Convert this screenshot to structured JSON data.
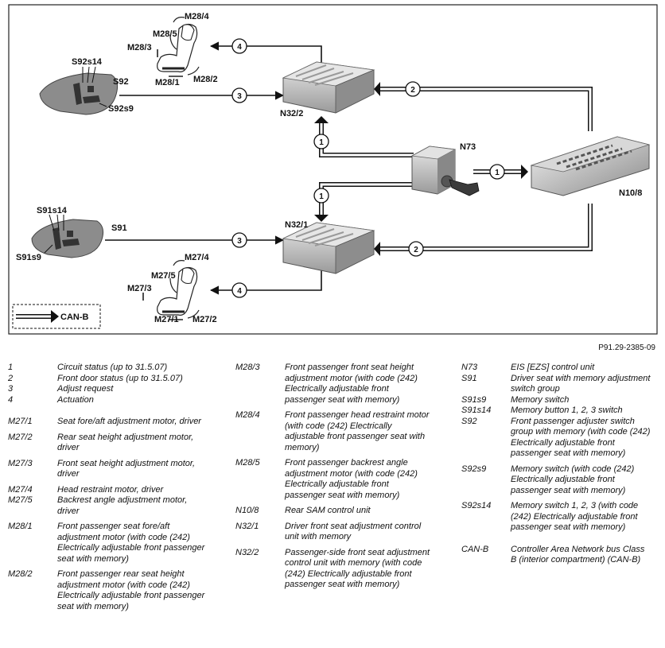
{
  "labels": {
    "n32_2": "N32/2",
    "n32_1": "N32/1",
    "n73": "N73",
    "n10_8": "N10/8",
    "s92": "S92",
    "s92s14": "S92s14",
    "s92s9": "S92s9",
    "s91": "S91",
    "s91s14": "S91s14",
    "s91s9": "S91s9",
    "m28_4": "M28/4",
    "m28_5": "M28/5",
    "m28_3": "M28/3",
    "m28_1": "M28/1",
    "m28_2": "M28/2",
    "m27_4": "M27/4",
    "m27_5": "M27/5",
    "m27_3": "M27/3",
    "m27_1": "M27/1",
    "m27_2": "M27/2",
    "can_b": "CAN-B"
  },
  "arrow_numbers": {
    "one": "1",
    "two": "2",
    "three": "3",
    "four": "4"
  },
  "figure_ref": "P91.29-2385-09",
  "legend": {
    "col1": [
      {
        "code": "1",
        "desc": "Circuit status (up to 31.5.07)"
      },
      {
        "code": "2",
        "desc": "Front door status (up to 31.5.07)"
      },
      {
        "code": "3",
        "desc": "Adjust request"
      },
      {
        "code": "4",
        "desc": "Actuation"
      },
      {
        "code": "M27/1",
        "desc": "Seat fore/aft adjustment motor, driver"
      },
      {
        "code": "M27/2",
        "desc": "Rear seat height adjustment motor, driver"
      },
      {
        "code": "M27/3",
        "desc": "Front seat height adjustment motor, driver"
      },
      {
        "code": "M27/4",
        "desc": "Head restraint motor, driver"
      },
      {
        "code": "M27/5",
        "desc": "Backrest angle adjustment motor, driver"
      },
      {
        "code": "M28/1",
        "desc": "Front passenger seat fore/aft adjustment motor (with code (242) Electrically adjustable front passenger seat with memory)"
      },
      {
        "code": "M28/2",
        "desc": "Front passenger rear seat height adjustment motor (with code (242) Electrically adjustable front passenger seat with memory)"
      }
    ],
    "col2": [
      {
        "code": "M28/3",
        "desc": "Front passenger front seat height adjustment motor (with code (242) Electrically adjustable front passenger seat with memory)"
      },
      {
        "code": "M28/4",
        "desc": "Front passenger head restraint motor (with code (242) Electrically adjustable front passenger seat with memory)"
      },
      {
        "code": "M28/5",
        "desc": "Front passenger backrest angle adjustment motor (with code (242) Electrically adjustable front passenger seat with memory)"
      },
      {
        "code": "N10/8",
        "desc": "Rear SAM control unit"
      },
      {
        "code": "N32/1",
        "desc": "Driver front seat adjustment control unit with memory"
      },
      {
        "code": "N32/2",
        "desc": "Passenger-side front seat adjustment control unit with memory (with code (242) Electrically adjustable front passenger seat with memory)"
      }
    ],
    "col3": [
      {
        "code": "N73",
        "desc": "EIS [EZS] control unit"
      },
      {
        "code": "S91",
        "desc": "Driver seat with memory adjustment switch group"
      },
      {
        "code": "S91s9",
        "desc": "Memory switch"
      },
      {
        "code": "S91s14",
        "desc": "Memory button 1, 2, 3 switch"
      },
      {
        "code": "S92",
        "desc": "Front passenger adjuster switch group with memory (with code (242) Electrically adjustable front passenger seat with memory)"
      },
      {
        "code": "S92s9",
        "desc": "Memory switch (with code (242) Electrically adjustable front passenger seat with memory)"
      },
      {
        "code": "S92s14",
        "desc": "Memory switch 1, 2, 3 (with code (242) Electrically adjustable front passenger seat with memory)"
      },
      {
        "code": "CAN-B",
        "desc": "Controller Area Network bus Class B (interior compartment) (CAN-B)"
      }
    ]
  }
}
